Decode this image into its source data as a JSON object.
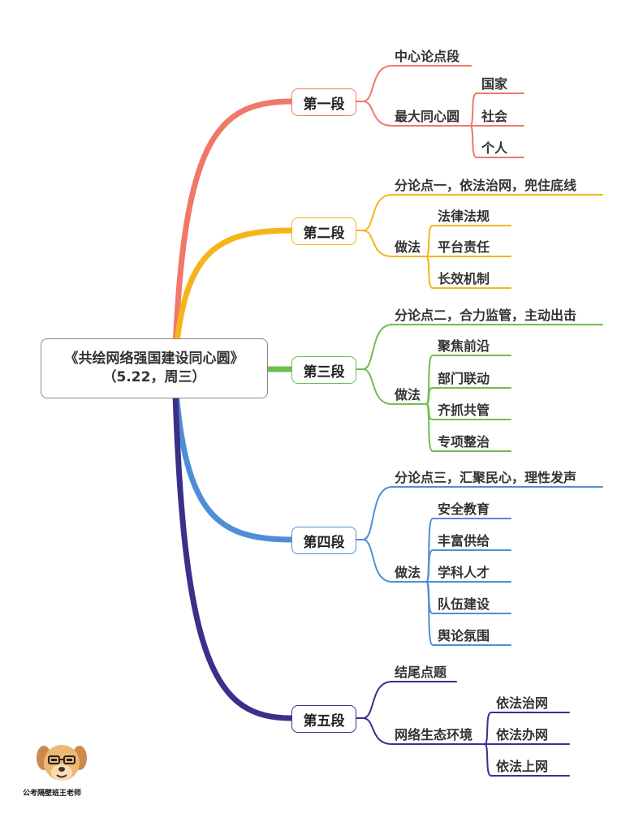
{
  "root": {
    "line1": "《共绘网络强国建设同心圆》",
    "line2": "（5.22，周三）"
  },
  "sections": [
    {
      "label": "第一段",
      "color": "#F07868",
      "children": [
        {
          "label": "中心论点段",
          "children": []
        },
        {
          "label": "最大同心圆",
          "children": [
            "国家",
            "社会",
            "个人"
          ]
        }
      ]
    },
    {
      "label": "第二段",
      "color": "#F5B51A",
      "children": [
        {
          "label": "分论点一，依法治网，兜住底线",
          "children": []
        },
        {
          "label": "做法",
          "children": [
            "法律法规",
            "平台责任",
            "长效机制"
          ]
        }
      ]
    },
    {
      "label": "第三段",
      "color": "#6DBE4E",
      "children": [
        {
          "label": "分论点二，合力监管，主动出击",
          "children": []
        },
        {
          "label": "做法",
          "children": [
            "聚焦前沿",
            "部门联动",
            "齐抓共管",
            "专项整治"
          ]
        }
      ]
    },
    {
      "label": "第四段",
      "color": "#4F8ED6",
      "children": [
        {
          "label": "分论点三，汇聚民心，理性发声",
          "children": []
        },
        {
          "label": "做法",
          "children": [
            "安全教育",
            "丰富供给",
            "学科人才",
            "队伍建设",
            "舆论氛围"
          ]
        }
      ]
    },
    {
      "label": "第五段",
      "color": "#3B2F8A",
      "children": [
        {
          "label": "结尾点题",
          "children": []
        },
        {
          "label": "网络生态环境",
          "children": [
            "依法治网",
            "依法办网",
            "依法上网"
          ]
        }
      ]
    }
  ],
  "watermark": "公考隔壁班王老师"
}
